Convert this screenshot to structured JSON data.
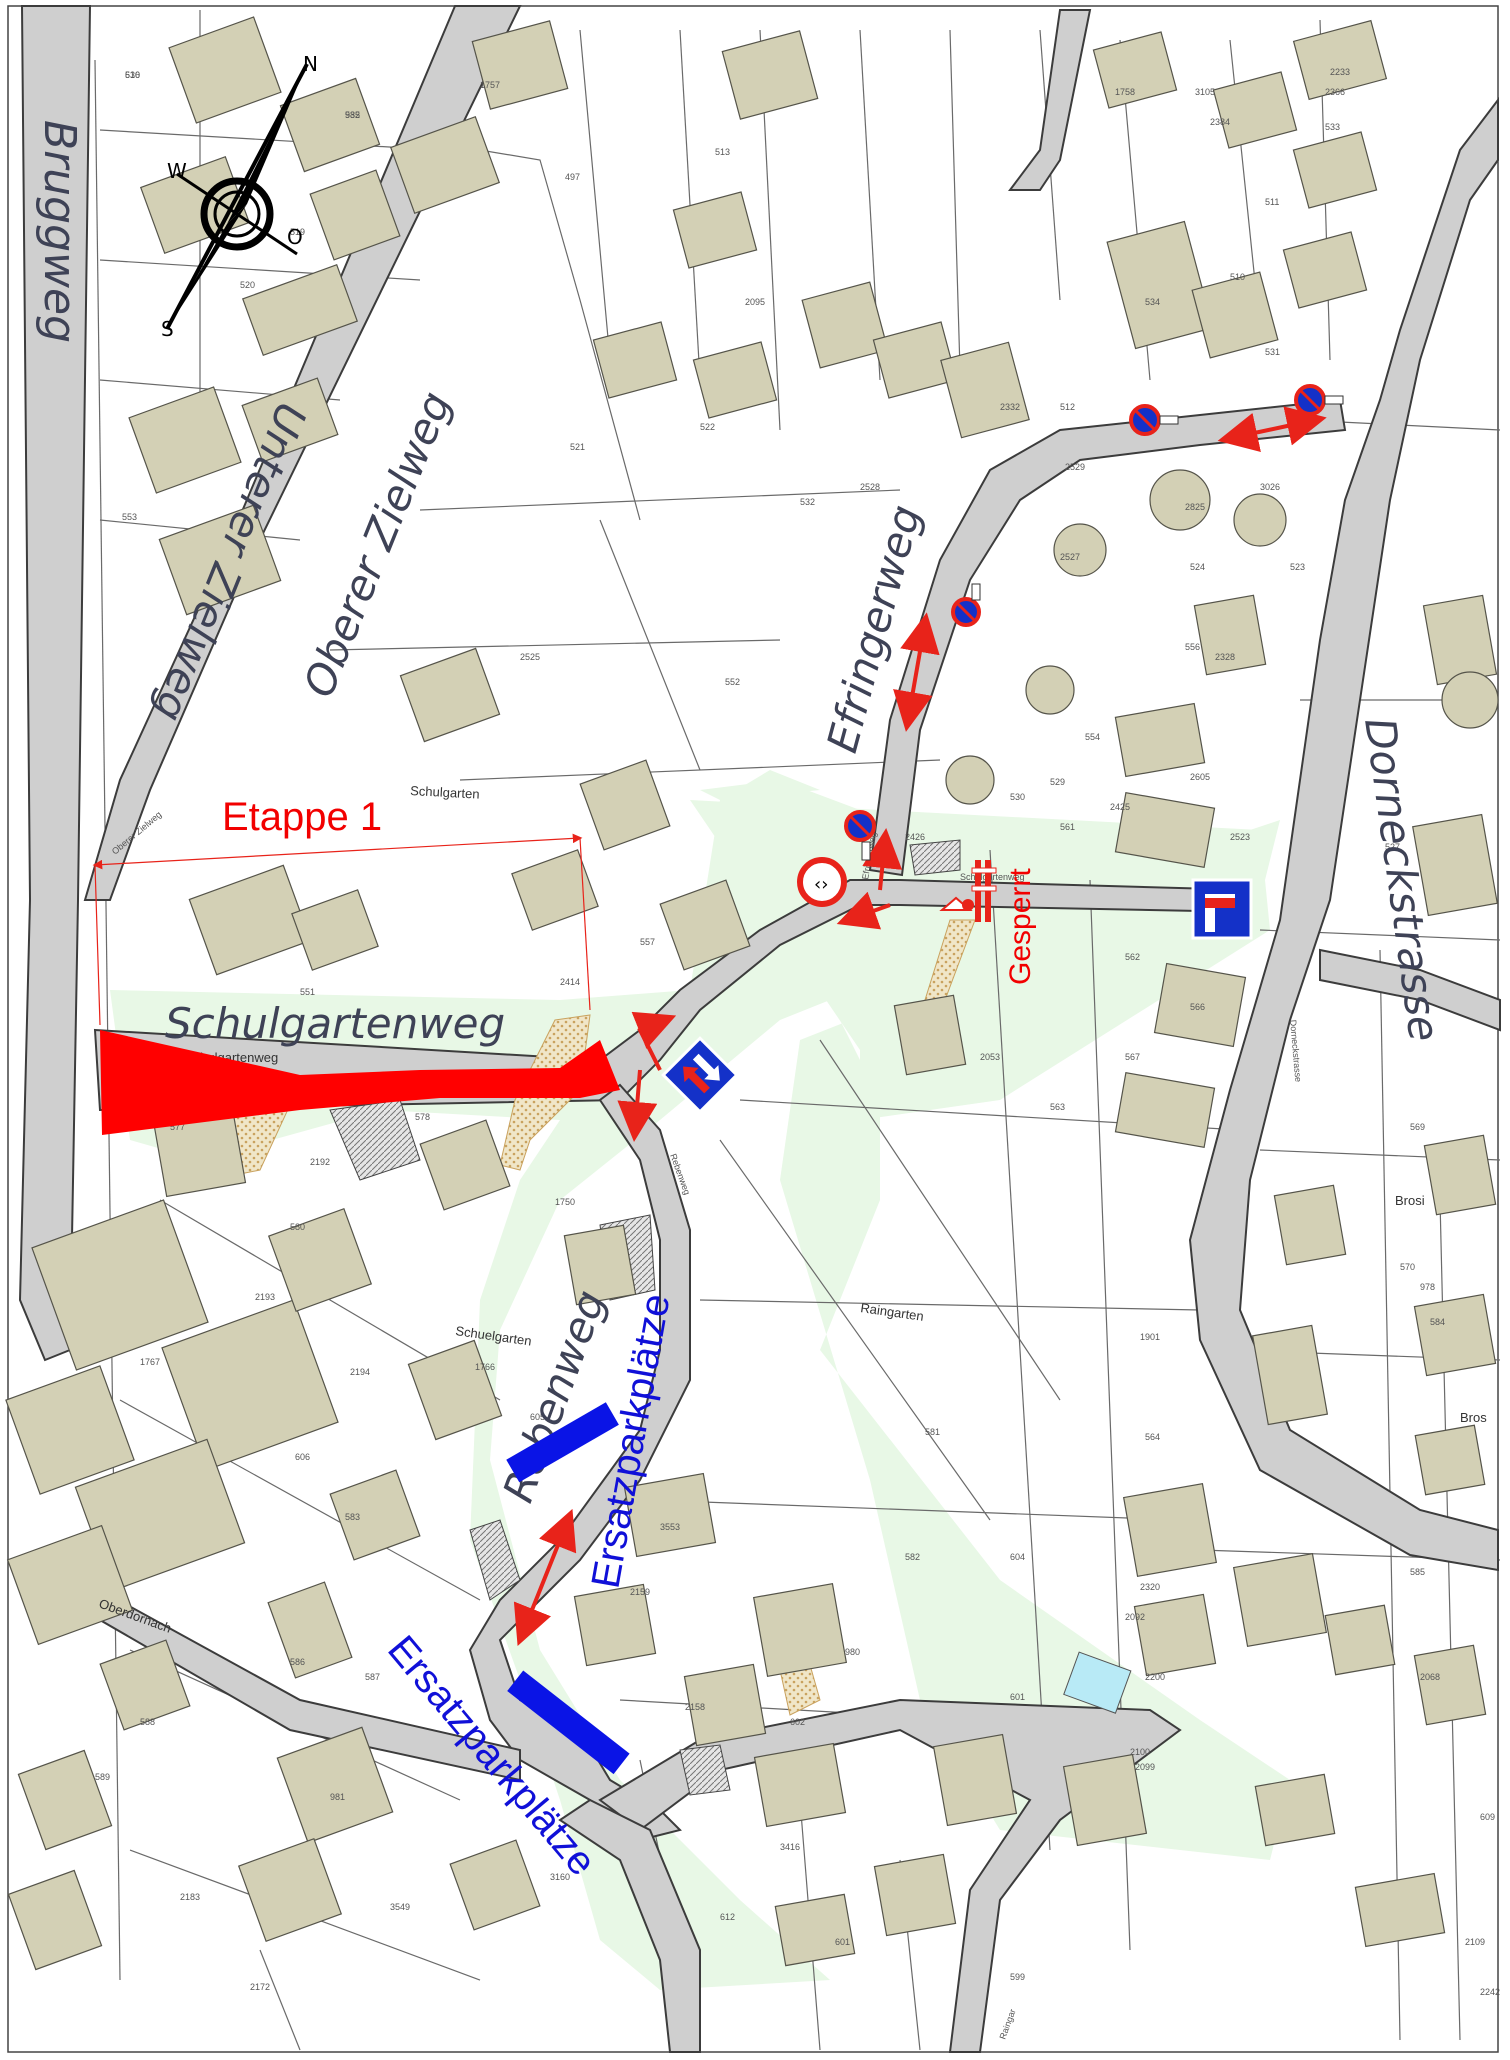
{
  "map": {
    "title": "",
    "compass": {
      "n": "N",
      "s": "S",
      "w": "W",
      "o": "O"
    },
    "streets": {
      "bruggweg": "Bruggweg",
      "unterer_zielweg": "Unterer Zielweg",
      "oberer_zielweg": "Oberer Zielweg",
      "efringerweg": "Efringerweg",
      "dorneckstrasse": "Dorneckstrasse",
      "schulgartenweg": "Schulgartenweg",
      "rebenweg": "Rebenweg"
    },
    "small_labels": {
      "schulgarten": "Schulgarten",
      "schulgartenweg_small": "Schulgartenweg",
      "schuelgarten": "Schuelgarten",
      "raingarten": "Raingarten",
      "brosi": "Brosi",
      "bros": "Bros",
      "oberdornach": "Oberdornach",
      "dorneckstrasse_small": "Dorneckstrasse",
      "oberer_zielweg_small": "Oberer Zielweg",
      "efringerweg_small": "Efringerweg",
      "rebenweg_small": "Rebenweg",
      "schulgartenweg_east": "Schulgartenweg",
      "raingarten_road": "Raingar"
    },
    "annotations": {
      "etappe": "Etappe 1",
      "gesperrt": "Gesperrt",
      "ersatz_1": "Ersatzparkplätze",
      "ersatz_2": "Ersatzparkplätze"
    },
    "parcel_numbers": [
      "536",
      "535",
      "1757",
      "497",
      "2384",
      "2233",
      "2366",
      "3105",
      "1758",
      "520",
      "519",
      "2095",
      "513",
      "534",
      "533",
      "521",
      "522",
      "2332",
      "512",
      "511",
      "510",
      "531",
      "532",
      "2528",
      "2529",
      "3026",
      "2825",
      "553",
      "2525",
      "2527",
      "524",
      "523",
      "2328",
      "552",
      "554",
      "556",
      "2605",
      "529",
      "530",
      "2425",
      "2426",
      "2523",
      "561",
      "527",
      "551",
      "557",
      "2414",
      "562",
      "566",
      "567",
      "2053",
      "563",
      "577",
      "578",
      "2192",
      "1750",
      "569",
      "570",
      "978",
      "1766",
      "580",
      "2193",
      "2194",
      "1901",
      "564",
      "584",
      "1767",
      "606",
      "605",
      "581",
      "582",
      "583",
      "3553",
      "2159",
      "604",
      "2320",
      "2092",
      "2200",
      "585",
      "586",
      "587",
      "980",
      "2158",
      "602",
      "601",
      "2100",
      "2099",
      "2068",
      "588",
      "589",
      "981",
      "3416",
      "609",
      "2183",
      "3549",
      "3160",
      "612",
      "601",
      "599",
      "2242",
      "2172",
      "2109",
      "610",
      "982"
    ],
    "colors": {
      "closure_red": "#ff0000",
      "parking_blue": "#0a14e6",
      "green_area": "#e8f8e6",
      "building": "#d3d0b5",
      "road_grey": "#cfcfcf"
    },
    "icons": [
      "compass-icon",
      "no-parking-sign-icon",
      "dead-end-sign-icon",
      "one-way-sign-icon",
      "no-entry-sign-icon",
      "road-barrier-icon",
      "double-arrow-icon"
    ]
  }
}
